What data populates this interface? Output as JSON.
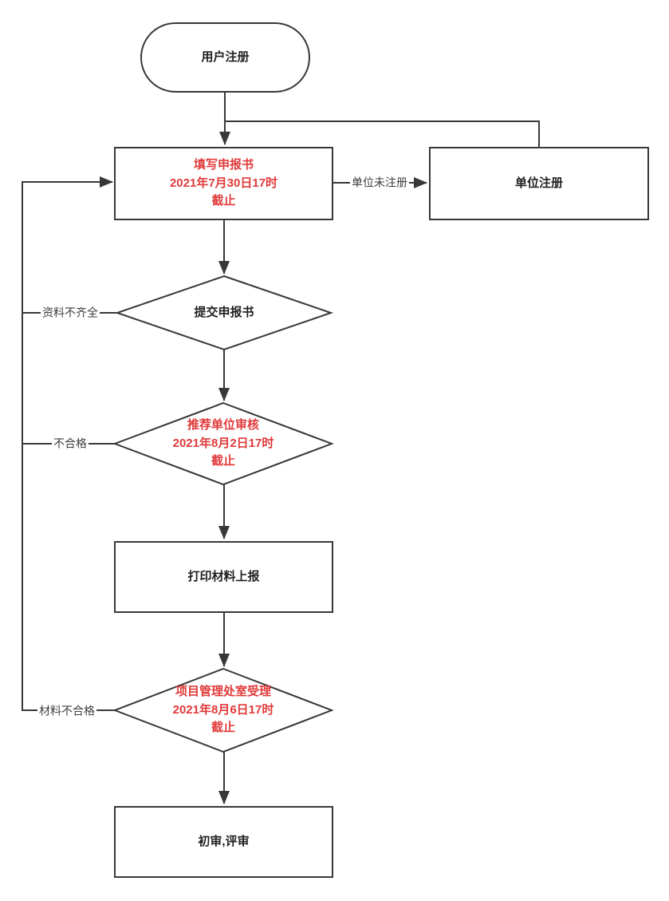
{
  "diagram_type": "flowchart",
  "colors": {
    "line": "#383838",
    "node_border": "#383838",
    "node_text": "#1f1f1f",
    "deadline_text": "#e03a3a",
    "edge_label_text": "#3d3d3d",
    "background": "#ffffff"
  },
  "nodes": {
    "user_register": {
      "label": "用户注册",
      "shape": "terminator"
    },
    "fill_form": {
      "label": "填写申报书\n2021年7月30日17时\n截止",
      "shape": "process",
      "text_color": "red"
    },
    "unit_register": {
      "label": "单位注册",
      "shape": "process"
    },
    "submit_form": {
      "label": "提交申报书",
      "shape": "decision"
    },
    "unit_review": {
      "label": "推荐单位审核\n2021年8月2日17时\n截止",
      "shape": "decision",
      "text_color": "red"
    },
    "print_materials": {
      "label": "打印材料上报",
      "shape": "process"
    },
    "office_accept": {
      "label": "项目管理处室受理\n2021年8月6日17时\n截止",
      "shape": "decision",
      "text_color": "red"
    },
    "final_review": {
      "label": "初审,评审",
      "shape": "process"
    }
  },
  "edge_labels": {
    "unit_not_registered": "单位未注册",
    "materials_incomplete": "资料不齐全",
    "unqualified": "不合格",
    "materials_unqualified": "材料不合格"
  }
}
